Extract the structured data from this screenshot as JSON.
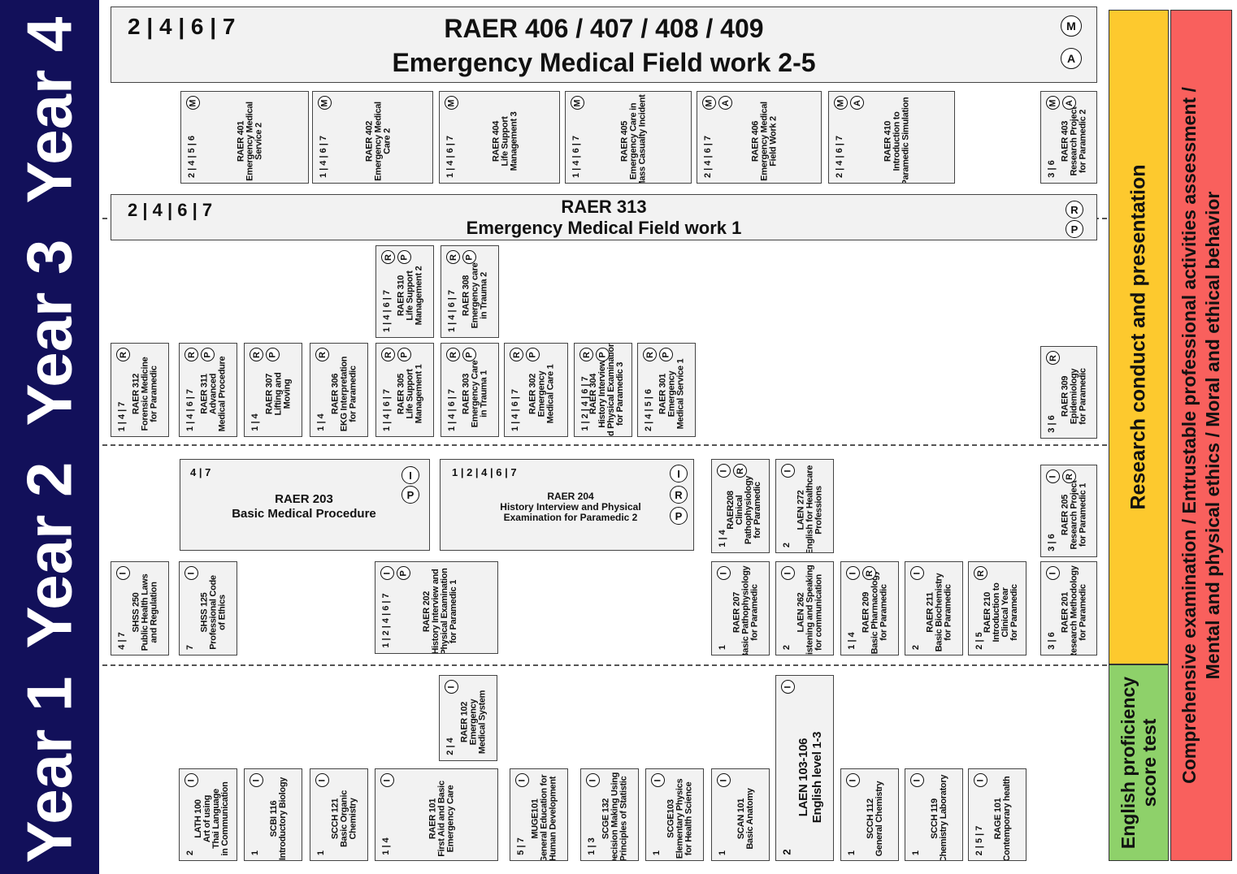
{
  "years": [
    "Year 4",
    "Year 3",
    "Year 2",
    "Year 1"
  ],
  "wide": {
    "y4": {
      "nums": "2 | 4 | 6 | 7",
      "title": "RAER 406 / 407 / 408 / 409",
      "sub": "Emergency Medical Field work 2-5",
      "b1": "M",
      "b2": "A"
    },
    "y3": {
      "nums": "2 | 4 | 6 | 7",
      "title": "RAER 313",
      "sub": "Emergency Medical Field work 1",
      "b1": "R",
      "b2": "P"
    },
    "r203": {
      "nums": "4 | 7",
      "title": "RAER 203",
      "sub": "Basic Medical Procedure",
      "b1": "I",
      "b2": "P"
    },
    "r204": {
      "nums": "1 | 2 | 4 | 6 | 7",
      "title": "RAER 204",
      "l1": "History Interview and Physical",
      "l2": "Examination for Paramedic 2",
      "b1": "I",
      "b2": "R",
      "b3": "P"
    }
  },
  "courses": {
    "y4_401": {
      "l": [
        "RAER 401",
        "Emergency Medical",
        "Service 2"
      ],
      "n": "2 | 4 | 5 | 6",
      "b": [
        "M"
      ]
    },
    "y4_402": {
      "l": [
        "RAER 402",
        "Emergency Medical",
        "Care 2"
      ],
      "n": "1 | 4 | 6 | 7",
      "b": [
        "M"
      ]
    },
    "y4_404": {
      "l": [
        "RAER 404",
        "Life Support",
        "Management 3"
      ],
      "n": "1 | 4 | 6 | 7",
      "b": [
        "M"
      ]
    },
    "y4_405": {
      "l": [
        "RAER 405",
        "Emergency Care in",
        "Mass Casualty Incident"
      ],
      "n": "1 | 4 | 6 | 7",
      "b": [
        "M"
      ]
    },
    "y4_406": {
      "l": [
        "RAER 406",
        "Emergency Medical",
        "Field Work 2"
      ],
      "n": "2 | 4 | 6 | 7",
      "b": [
        "M",
        "A"
      ]
    },
    "y4_410": {
      "l": [
        "RAER 410",
        "Introduction to",
        "Paramedic Simulation"
      ],
      "n": "2 | 4 | 6 | 7",
      "b": [
        "M",
        "A"
      ]
    },
    "y4_403": {
      "l": [
        "RAER 403",
        "Research Project",
        "for Paramedic 2"
      ],
      "n": "3 | 6",
      "b": [
        "M",
        "A"
      ]
    },
    "y3_310": {
      "l": [
        "RAER 310",
        "Life Support",
        "Management 2"
      ],
      "n": "1 | 4 | 6 | 7",
      "b": [
        "R",
        "P"
      ]
    },
    "y3_308": {
      "l": [
        "RAER 308",
        "Emergency care",
        "in Trauma 2"
      ],
      "n": "1 | 4 | 6 | 7",
      "b": [
        "R",
        "P"
      ]
    },
    "y3_312": {
      "l": [
        "RAER 312",
        "Forensic Medicine",
        "for Paramedic"
      ],
      "n": "1 | 4 | 7",
      "b": [
        "R"
      ]
    },
    "y3_311": {
      "l": [
        "RAER 311",
        "Advanced",
        "Medical Procedure"
      ],
      "n": "1 | 4 | 6 | 7",
      "b": [
        "R",
        "P"
      ]
    },
    "y3_307": {
      "l": [
        "RAER 307",
        "Lifting and",
        "Moving"
      ],
      "n": "1 | 4",
      "b": [
        "R",
        "P"
      ]
    },
    "y3_306": {
      "l": [
        "RAER 306",
        "EKG Interpretation",
        "for Paramedic"
      ],
      "n": "1 | 4",
      "b": [
        "R"
      ]
    },
    "y3_305": {
      "l": [
        "RAER 305",
        "Life Support",
        "Management 1"
      ],
      "n": "1 | 4 | 6 | 7",
      "b": [
        "R",
        "P"
      ]
    },
    "y3_303": {
      "l": [
        "RAER 303",
        "Emergency Care",
        "in Trauma 1"
      ],
      "n": "1 | 4 | 6 | 7",
      "b": [
        "R",
        "P"
      ]
    },
    "y3_302": {
      "l": [
        "RAER 302",
        "Emergency",
        "Medical Care 1"
      ],
      "n": "1 | 4 | 6 | 7",
      "b": [
        "R",
        "P"
      ]
    },
    "y3_304": {
      "l": [
        "RAER 304",
        "History Interview",
        "and Physical Examination",
        "for Paramedic 3"
      ],
      "n": "1 | 2 | 4 | 6 | 7",
      "b": [
        "R",
        "P"
      ]
    },
    "y3_301": {
      "l": [
        "RAER 301",
        "Emergency",
        "Medical Service 1"
      ],
      "n": "2 | 4 | 5 | 6",
      "b": [
        "R",
        "P"
      ]
    },
    "y3_309": {
      "l": [
        "RAER 309",
        "Epidemiology",
        "for Paramedic"
      ],
      "n": "3 | 6",
      "b": [
        "R"
      ]
    },
    "y2_208": {
      "l": [
        "RAER208",
        "Clinical",
        "Pathophysiology",
        "for Paramedic"
      ],
      "n": "1 | 4",
      "b": [
        "I",
        "R"
      ]
    },
    "y2_272": {
      "l": [
        "LAEN 272",
        "English for Healthcare",
        "Professions"
      ],
      "n": "2",
      "b": [
        "I"
      ]
    },
    "y2_205": {
      "l": [
        "RAER 205",
        "Research Project",
        "for Paramedic 1"
      ],
      "n": "3 | 6",
      "b": [
        "I",
        "R"
      ]
    },
    "y2_250": {
      "l": [
        "SHSS 250",
        "Public Health Laws",
        "and Regulation"
      ],
      "n": "4 | 7",
      "b": [
        "I"
      ]
    },
    "y2_125": {
      "l": [
        "SHSS 125",
        "Professional Code",
        "of Ethics"
      ],
      "n": "7",
      "b": [
        "I"
      ]
    },
    "y2_202": {
      "l": [
        "RAER 202",
        "History Interview and",
        "Physical Examination",
        "for Paramedic 1"
      ],
      "n": "1 | 2 | 4 | 6 | 7",
      "b": [
        "I",
        "P"
      ]
    },
    "y2_207": {
      "l": [
        "RAER 207",
        "Basic Pathophysiology",
        "for Paramedic"
      ],
      "n": "1",
      "b": [
        "I"
      ]
    },
    "y2_262": {
      "l": [
        "LAEN 262",
        "Listening and Speaking",
        "for communication"
      ],
      "n": "2",
      "b": [
        "I"
      ]
    },
    "y2_209": {
      "l": [
        "RAER 209",
        "Basic Pharmacology",
        "for Paramedic"
      ],
      "n": "1 | 4",
      "b": [
        "I",
        "R"
      ]
    },
    "y2_211": {
      "l": [
        "RAER 211",
        "Basic Biochemistry",
        "for Paramedic"
      ],
      "n": "2",
      "b": [
        "I"
      ]
    },
    "y2_210": {
      "l": [
        "RAER 210",
        "Introduction to",
        "Clinical Year",
        "for Paramedic"
      ],
      "n": "2 | 5",
      "b": [
        "R"
      ]
    },
    "y2_201": {
      "l": [
        "RAER 201",
        "Research Methodology",
        "for Paramedic"
      ],
      "n": "3 | 6",
      "b": [
        "I"
      ]
    },
    "y1_102": {
      "l": [
        "RAER 102",
        "Emergency",
        "Medical System"
      ],
      "n": "2 | 4",
      "b": [
        "I"
      ]
    },
    "y1_100": {
      "l": [
        "LATH 100",
        "Art of using",
        "Thai Language",
        "in Communication"
      ],
      "n": "2",
      "b": [
        "I"
      ]
    },
    "y1_116": {
      "l": [
        "SCBI 116",
        "Introductory Biology"
      ],
      "n": "1",
      "b": [
        "I"
      ]
    },
    "y1_121": {
      "l": [
        "SCCH 121",
        "Basic Organic",
        "Chemistry"
      ],
      "n": "1",
      "b": [
        "I"
      ]
    },
    "y1_101": {
      "l": [
        "RAER 101",
        "First Aid and Basic",
        "Emergency Care"
      ],
      "n": "1 | 4",
      "b": [
        "I"
      ]
    },
    "y1_muge": {
      "l": [
        "MUGE101",
        "General Education for",
        "Human Development"
      ],
      "n": "5 | 7",
      "b": [
        "I"
      ]
    },
    "y1_132": {
      "l": [
        "SCGE 132",
        "Decision Making Using",
        "Principles of Statistic"
      ],
      "n": "1 | 3",
      "b": [
        "I"
      ]
    },
    "y1_103": {
      "l": [
        "SCGE103",
        "Elementary Physics",
        "for Health Science"
      ],
      "n": "1",
      "b": [
        "I"
      ]
    },
    "y1_scan": {
      "l": [
        "SCAN 101",
        "Basic Anatomy"
      ],
      "n": "1",
      "b": [
        "I"
      ]
    },
    "y1_laen": {
      "l": [
        "LAEN 103-106",
        "English level 1-3"
      ],
      "n": "2",
      "b": [
        "I"
      ]
    },
    "y1_112": {
      "l": [
        "SCCH 112",
        "General Chemistry"
      ],
      "n": "1",
      "b": [
        "I"
      ]
    },
    "y1_119": {
      "l": [
        "SCCH 119",
        "Chemistry Laboratory"
      ],
      "n": "1",
      "b": [
        "I"
      ]
    },
    "y1_rage": {
      "l": [
        "RAGE 101",
        "Contemporary health"
      ],
      "n": "2 | 5 | 7",
      "b": [
        "I"
      ]
    }
  },
  "bands": {
    "research": "Research conduct and presentation",
    "english1": "English proficiency",
    "english2": "score test",
    "comp1": "Comprehensive examination / Entrustable professional activities assessment /",
    "comp2": "Mental and physical ethics / Moral and ethical behavior"
  },
  "colors": {
    "year_bar": "#12105a",
    "research": "#fdc92e",
    "english": "#8ed16a",
    "comprehensive": "#f9605d",
    "box": "#f2f2f2"
  }
}
